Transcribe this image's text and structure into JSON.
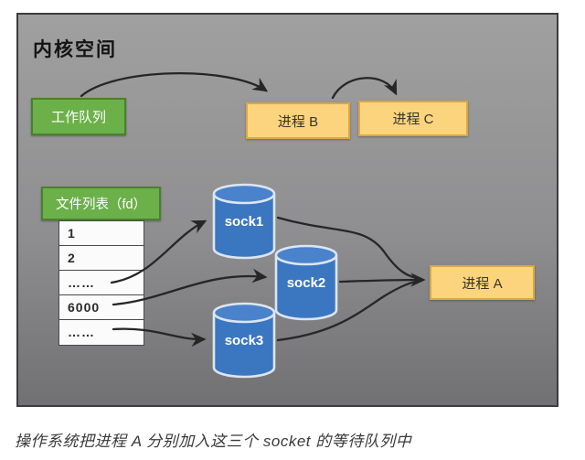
{
  "title": "内核空间",
  "caption": "操作系统把进程 A 分别加入这三个 socket 的等待队列中",
  "nodes": {
    "work_queue": {
      "label": "工作队列"
    },
    "process_b": {
      "label": "进程 B"
    },
    "process_c": {
      "label": "进程 C"
    },
    "process_a": {
      "label": "进程 A"
    },
    "fd_list": {
      "label": "文件列表（fd）",
      "rows": [
        "1",
        "2",
        "……",
        "6000",
        "……"
      ]
    },
    "sockets": [
      {
        "label": "sock1"
      },
      {
        "label": "sock2"
      },
      {
        "label": "sock3"
      }
    ]
  },
  "colors": {
    "panel_bg_top": "#a0a0a0",
    "panel_bg_bottom": "#717173",
    "panel_border": "#3c3c3c",
    "green_fill": "#6cb04a",
    "green_border": "#49812c",
    "orange_fill": "#fbd47d",
    "orange_border": "#d9a845",
    "cylinder_blue": "#3b76c1",
    "cylinder_rim": "#dde6f0",
    "arrow": "#262626",
    "caption_text": "#3a3a3a"
  }
}
